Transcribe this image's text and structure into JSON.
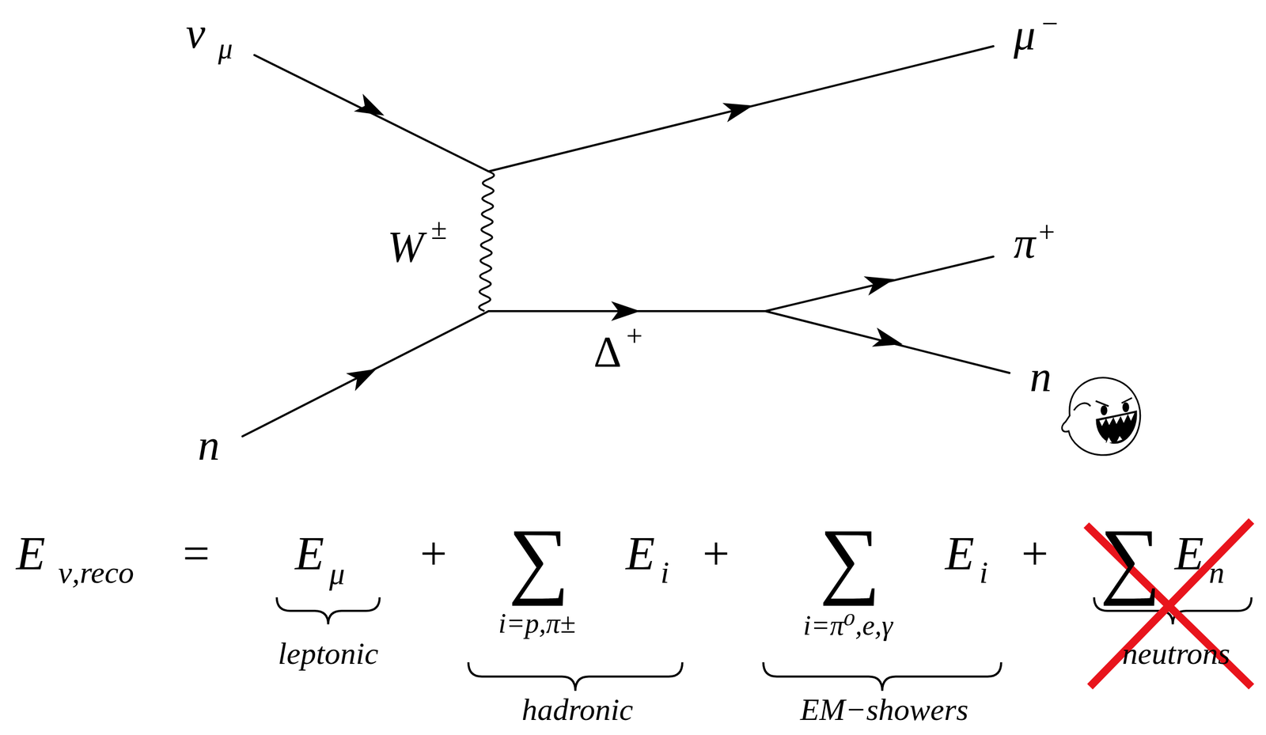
{
  "diagram": {
    "labels": [
      "ν",
      "μ",
      "μ",
      "−",
      "W",
      "±",
      "π",
      "+",
      "Δ",
      "+",
      "n",
      "n",
      "E",
      "ν,reco",
      "=",
      "E",
      "μ",
      "leptonic",
      "+",
      "∑",
      "i=p,π±",
      "E",
      "i",
      "hadronic",
      "+",
      "∑",
      "i=π⁰,e,γ",
      "E",
      "i",
      "EM−showers",
      "+",
      "∑",
      "E",
      "n",
      "neutrons"
    ]
  }
}
